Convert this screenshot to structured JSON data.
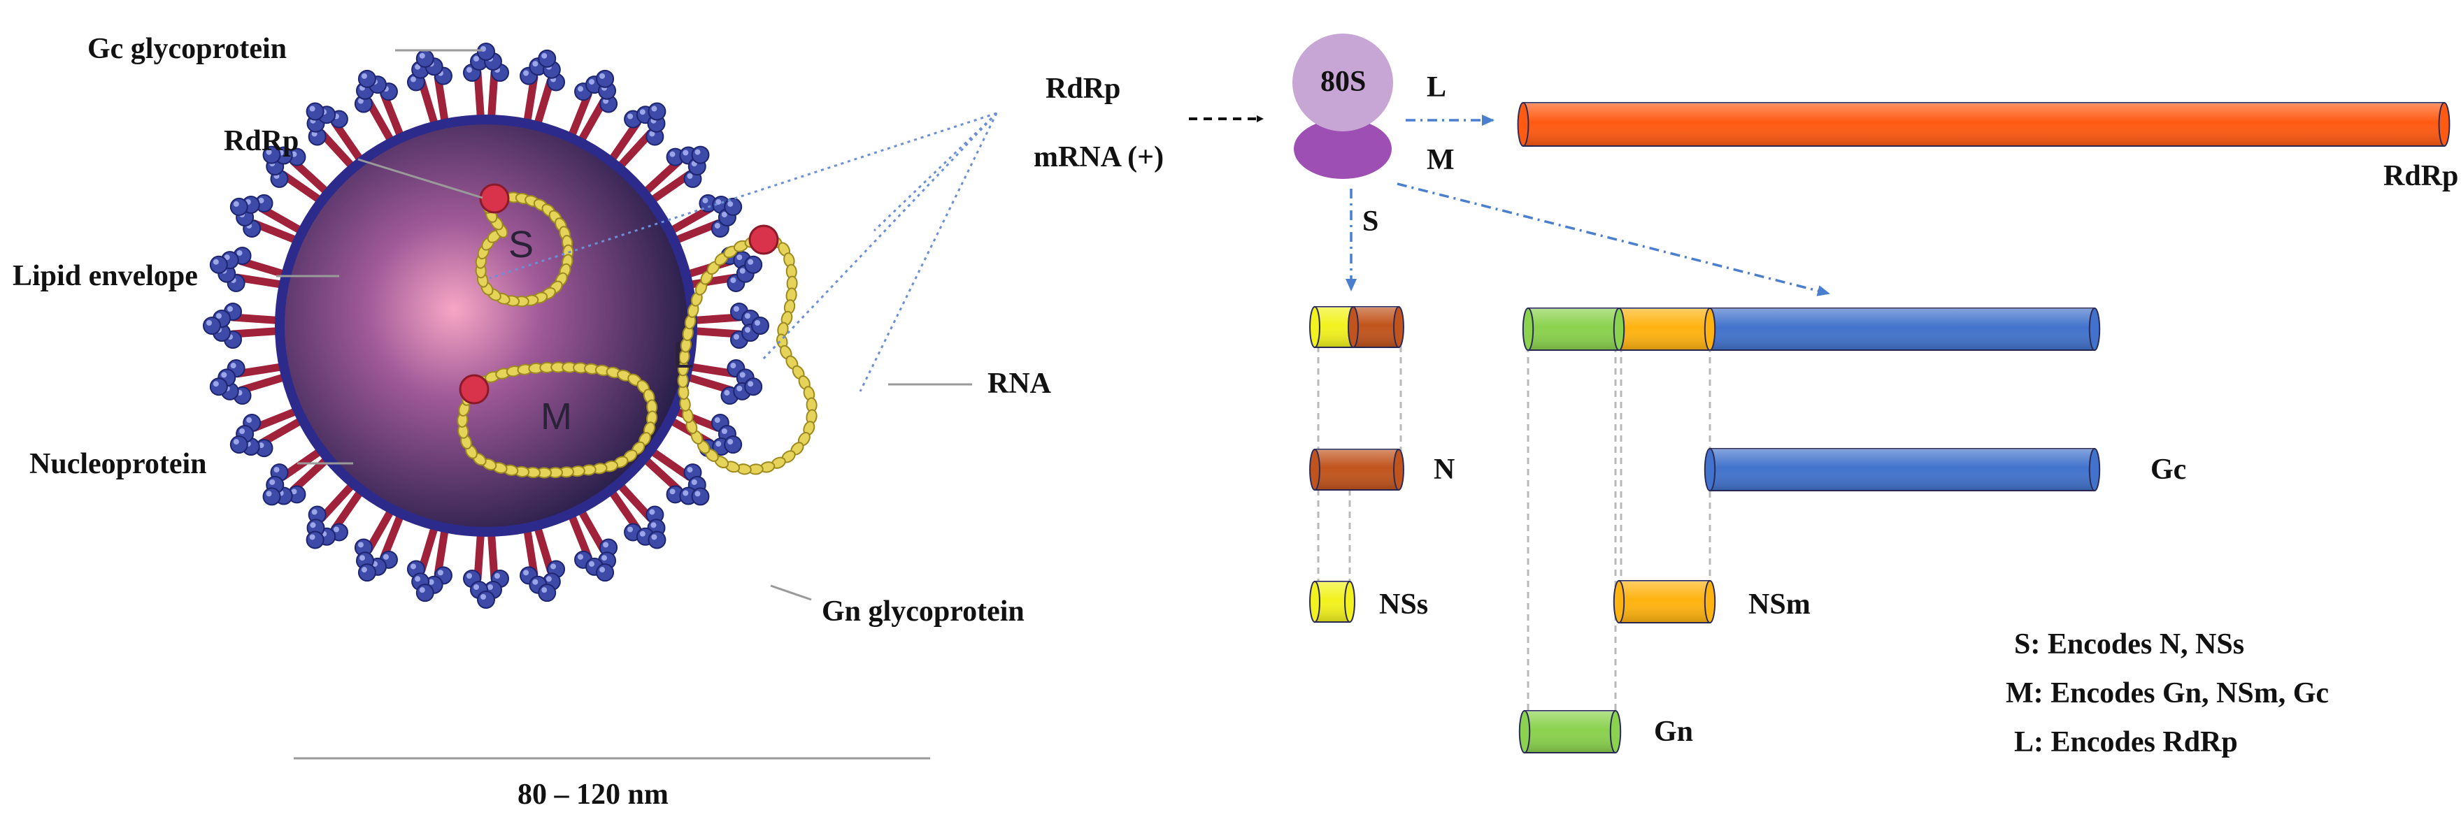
{
  "virion": {
    "labels": {
      "gc_glycoprotein": "Gc glycoprotein",
      "rdrp": "RdRp",
      "lipid_envelope": "Lipid envelope",
      "nucleoprotein": "Nucleoprotein",
      "rna": "RNA",
      "gn_glycoprotein": "Gn glycoprotein"
    },
    "segments": {
      "s": "S",
      "m": "M",
      "l": "L"
    },
    "size_scale": "80 – 120 nm",
    "colors": {
      "envelope": "#2c2a8a",
      "spike_stalk": "#a0223a",
      "spike_head": "#3d4aa8",
      "rna": "#e6d45a",
      "rdrp_dot": "#d8334a",
      "interior_center": "#f7a6c4",
      "interior_edge": "#1f1a45"
    }
  },
  "translation": {
    "polymerase_label": "RdRp",
    "mrna_label": "mRNA (+)",
    "ribosome_label": "80S",
    "path_labels": {
      "l": "L",
      "m": "M",
      "s": "S"
    },
    "colors": {
      "ribosome_top": "#c7a6d6",
      "ribosome_bottom": "#9e4fb3",
      "arrow": "#4a7fd0"
    }
  },
  "proteins": {
    "rdrp": {
      "label": "RdRp",
      "color": "#ff5a12"
    },
    "n": {
      "label": "N",
      "color": "#c1541c"
    },
    "nss": {
      "label": "NSs",
      "color": "#f2f21f"
    },
    "gc": {
      "label": "Gc",
      "color": "#4273cc"
    },
    "nsm": {
      "label": "NSm",
      "color": "#ffb310"
    },
    "gn": {
      "label": "Gn",
      "color": "#8bd24e"
    }
  },
  "legend": {
    "s_line": "S: Encodes N, NSs",
    "m_line": "M: Encodes Gn, NSm, Gc",
    "l_line": "L: Encodes RdRp"
  }
}
